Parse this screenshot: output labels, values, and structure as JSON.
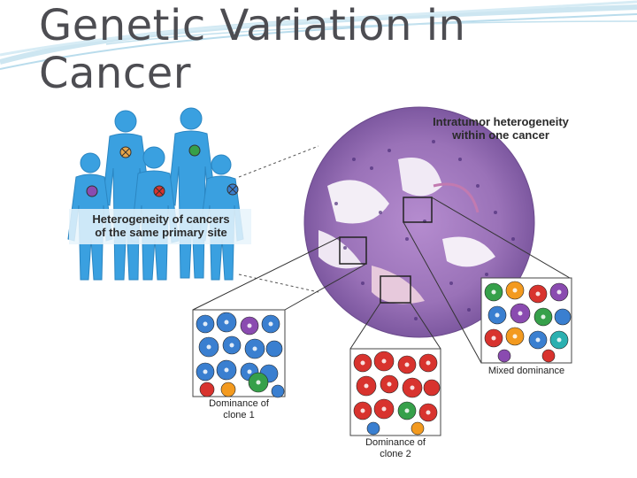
{
  "slide": {
    "title_line1": "Genetic Variation in",
    "title_line2": "Cancer"
  },
  "figure": {
    "intratumor_line1": "Intratumor heterogeneity",
    "intratumor_line2": "within one cancer",
    "hetero_line1": "Heterogeneity of cancers",
    "hetero_line2": "of the same primary site",
    "clone1_line1": "Dominance of",
    "clone1_line2": "clone 1",
    "clone2_line1": "Dominance of",
    "clone2_line2": "clone 2",
    "mixed": "Mixed dominance"
  },
  "colors": {
    "title": "#4d4d52",
    "body_blue": "#3aa0e0",
    "tissue_purple": "#9a72b8",
    "clone_blue": "#3a7fd0",
    "clone_red": "#d8332e",
    "clone_green": "#36a04a",
    "clone_purple": "#8a4bb0",
    "clone_orange": "#f39a1f",
    "clone_teal": "#2bb0b0"
  }
}
